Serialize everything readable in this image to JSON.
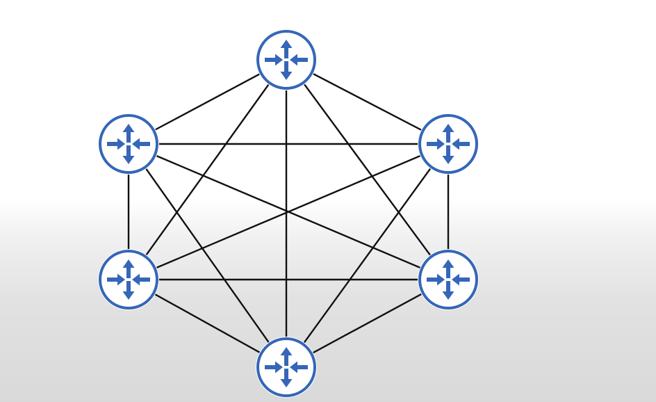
{
  "diagram": {
    "topology": "full-mesh",
    "node_icon": "router-icon",
    "colors": {
      "router_fill": "#3566b8",
      "router_ring": "#ffffff",
      "router_arrow": "#ffffff",
      "link": "#111111",
      "background_top": "#ffffff",
      "background_bottom": "#d9d9d9"
    },
    "nodes": [
      {
        "id": "top"
      },
      {
        "id": "upper-left"
      },
      {
        "id": "upper-right"
      },
      {
        "id": "lower-left"
      },
      {
        "id": "lower-right"
      },
      {
        "id": "bottom"
      }
    ],
    "links": [
      [
        "top",
        "upper-left"
      ],
      [
        "top",
        "upper-right"
      ],
      [
        "top",
        "lower-left"
      ],
      [
        "top",
        "lower-right"
      ],
      [
        "top",
        "bottom"
      ],
      [
        "upper-left",
        "upper-right"
      ],
      [
        "upper-left",
        "lower-left"
      ],
      [
        "upper-left",
        "lower-right"
      ],
      [
        "upper-left",
        "bottom"
      ],
      [
        "upper-right",
        "lower-left"
      ],
      [
        "upper-right",
        "lower-right"
      ],
      [
        "upper-right",
        "bottom"
      ],
      [
        "lower-left",
        "lower-right"
      ],
      [
        "lower-left",
        "bottom"
      ],
      [
        "lower-right",
        "bottom"
      ]
    ]
  }
}
